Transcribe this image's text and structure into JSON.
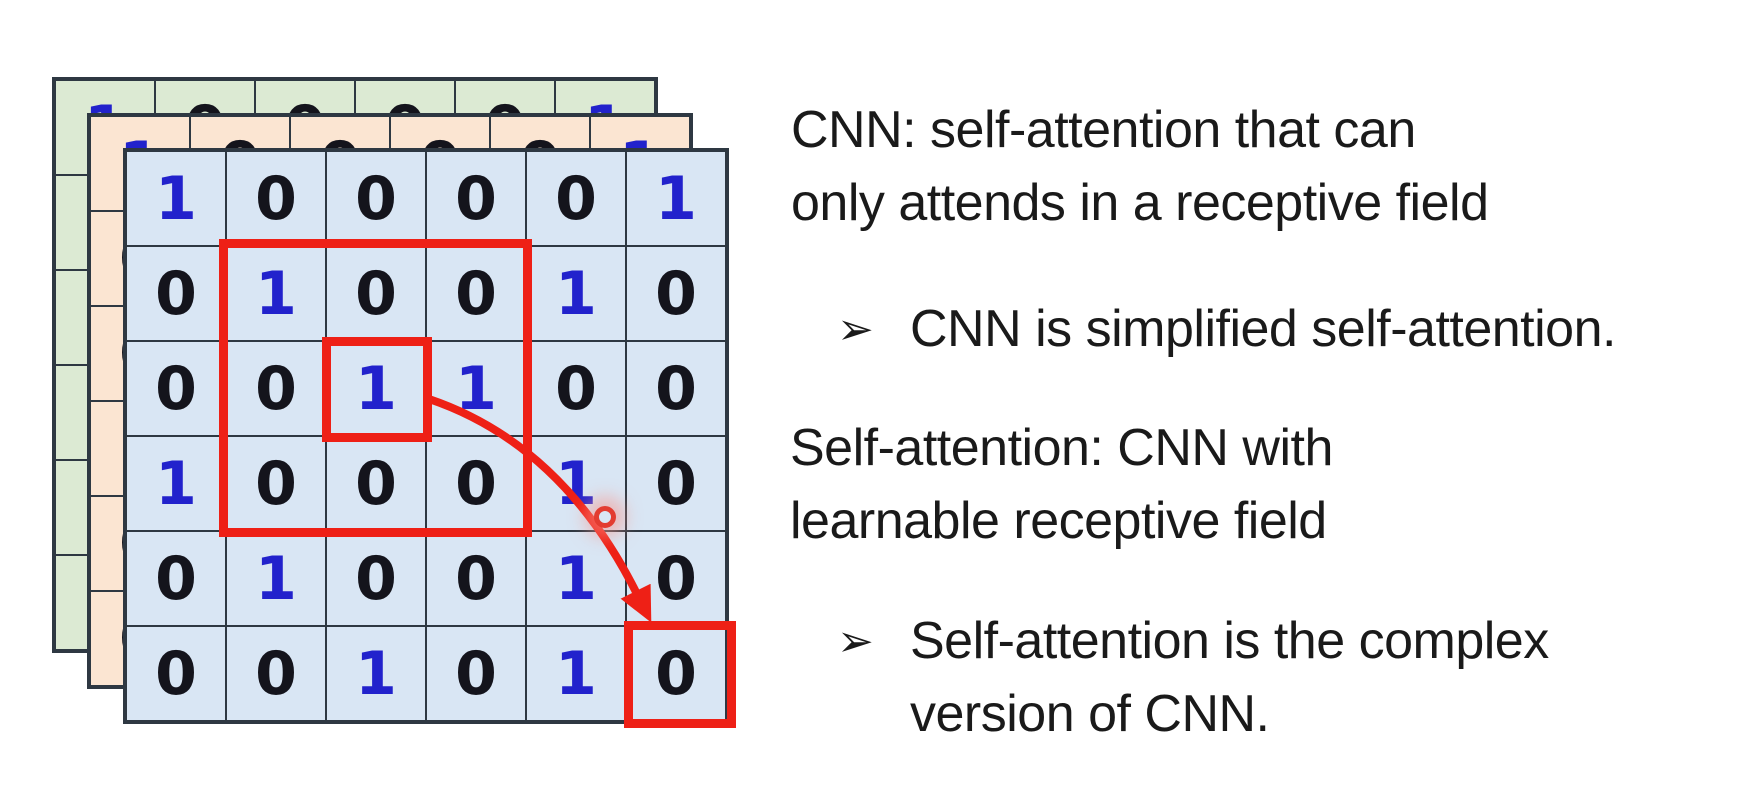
{
  "figure": {
    "description": "Three stacked 6x6 binary feature maps (green, peach, blue) with red receptive-field annotations",
    "grid_rows": 6,
    "grid_cols": 6,
    "matrix": [
      [
        1,
        0,
        0,
        0,
        0,
        1
      ],
      [
        0,
        1,
        0,
        0,
        1,
        0
      ],
      [
        0,
        0,
        1,
        1,
        0,
        0
      ],
      [
        1,
        0,
        0,
        0,
        1,
        0
      ],
      [
        0,
        1,
        0,
        0,
        1,
        0
      ],
      [
        0,
        0,
        1,
        0,
        1,
        0
      ]
    ],
    "annotations": {
      "receptive_field": "3x3 red box over rows 2-4, cols 2-4",
      "center_cell": "red box over row 3, col 3 (value 1)",
      "target_cell": "red box over row 6, col 6 (value 0)",
      "arrow": "red curved arrow from center cell to target cell",
      "laser_dot": "red presenter laser dot near row 4, col 5"
    }
  },
  "text": {
    "para1": {
      "line1": "CNN: self-attention that can",
      "line2": "only attends in a receptive field"
    },
    "bullet1": {
      "marker": "➢",
      "text": "CNN is simplified self-attention."
    },
    "para2": {
      "line1": "Self-attention: CNN with",
      "line2": "learnable receptive field"
    },
    "bullet2": {
      "marker": "➢",
      "line1": "Self-attention is the complex",
      "line2": "version of CNN."
    }
  },
  "colors": {
    "red": "#ee2016",
    "cell_blue": "#d9e6f4",
    "cell_green": "#dcead3",
    "cell_peach": "#fbe5d2",
    "grid_line": "#2e3842",
    "digit_blue": "#2222cc",
    "digit_dark": "#14141c",
    "text": "#1a1a1a"
  }
}
